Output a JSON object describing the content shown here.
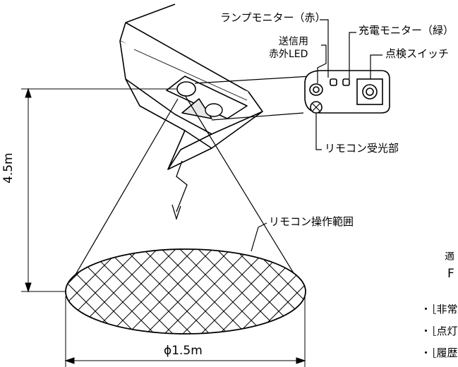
{
  "labels": {
    "lamp_monitor": "ランプモニター（赤）",
    "charge_monitor": "充電モニター（緑）",
    "ir_led_line1": "送信用",
    "ir_led_line2": "赤外LED",
    "check_switch": "点検スイッチ",
    "remote_receiver": "リモコン受光部",
    "remote_range": "リモコン操作範囲",
    "height": "4.5m",
    "diameter": "ϕ1.5m"
  },
  "cropped_text": {
    "c1": "適",
    "c2": "F",
    "c3": "・［非常",
    "c4": "・［点灯",
    "c5": "・［履歴"
  }
}
